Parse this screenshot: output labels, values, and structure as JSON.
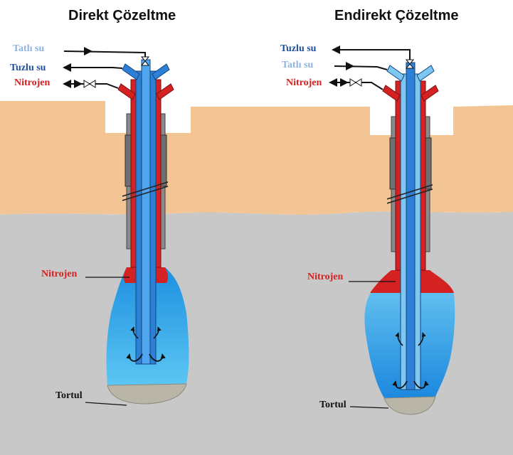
{
  "colors": {
    "fresh_water": "#8fb3df",
    "brine": "#1f4f9c",
    "nitrogen": "#d42222",
    "cavern_water": "#2a9be6",
    "soil": "#f3c594",
    "rock": "#c8c8c8",
    "sediment": "#b9b6a8"
  },
  "left": {
    "title": "Direkt Çözeltme",
    "inlet_1": "Tatlı  su",
    "inlet_2": "Tuzlu  su",
    "inlet_3": "Nitrojen",
    "nitrogen_label": "Nitrojen",
    "sediment_label": "Tortul"
  },
  "right": {
    "title": "Endirekt Çözeltme",
    "inlet_1": "Tuzlu   su",
    "inlet_2": "Tatlı  su",
    "inlet_3": "Nitrojen",
    "nitrogen_label": "Nitrojen",
    "sediment_label": "Tortul"
  }
}
